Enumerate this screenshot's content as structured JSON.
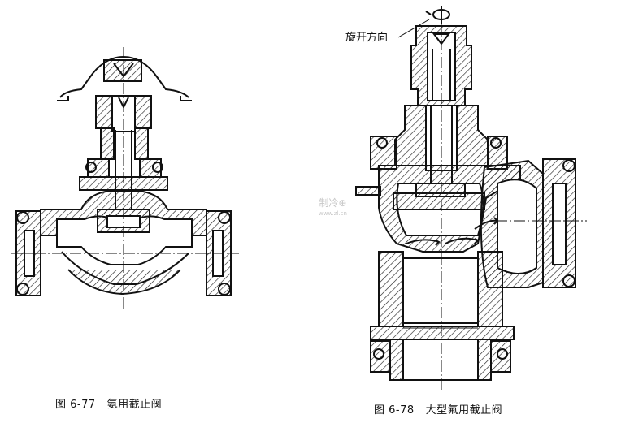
{
  "figure_left": {
    "number": "图 6-77",
    "title": "氨用截止阀"
  },
  "figure_right": {
    "number": "图 6-78",
    "title": "大型氟用截止阀",
    "annotation": "旋开方向"
  },
  "watermark": {
    "text": "制冷⊕",
    "url": "www.zl.cn"
  },
  "colors": {
    "ink": "#111111",
    "hatch": "#222222",
    "background": "#ffffff"
  }
}
